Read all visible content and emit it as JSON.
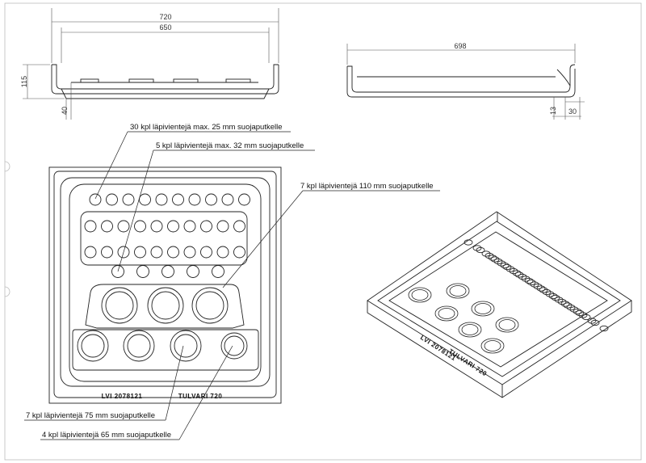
{
  "dimensions": {
    "overall_width": "720",
    "inner_width": "650",
    "height": "115",
    "base_height": "40",
    "side_length": "698",
    "lip_height": "13",
    "lip_width": "30"
  },
  "callouts": {
    "small_25mm": "30 kpl läpivientejä max. 25 mm suojaputkelle",
    "small_32mm": "5 kpl läpivientejä max. 32 mm suojaputkelle",
    "large_110mm": "7 kpl läpivientejä 110 mm suojaputkelle",
    "medium_75mm": "7 kpl läpivientejä 75 mm suojaputkelle",
    "medium_65mm": "4 kpl läpivientejä 65 mm suojaputkelle"
  },
  "stamp": {
    "code": "LVI 2078121",
    "product": "TULVARI 720"
  },
  "iso_stamp": {
    "code": "LVI 2078121",
    "product": "TULVARI 720"
  }
}
